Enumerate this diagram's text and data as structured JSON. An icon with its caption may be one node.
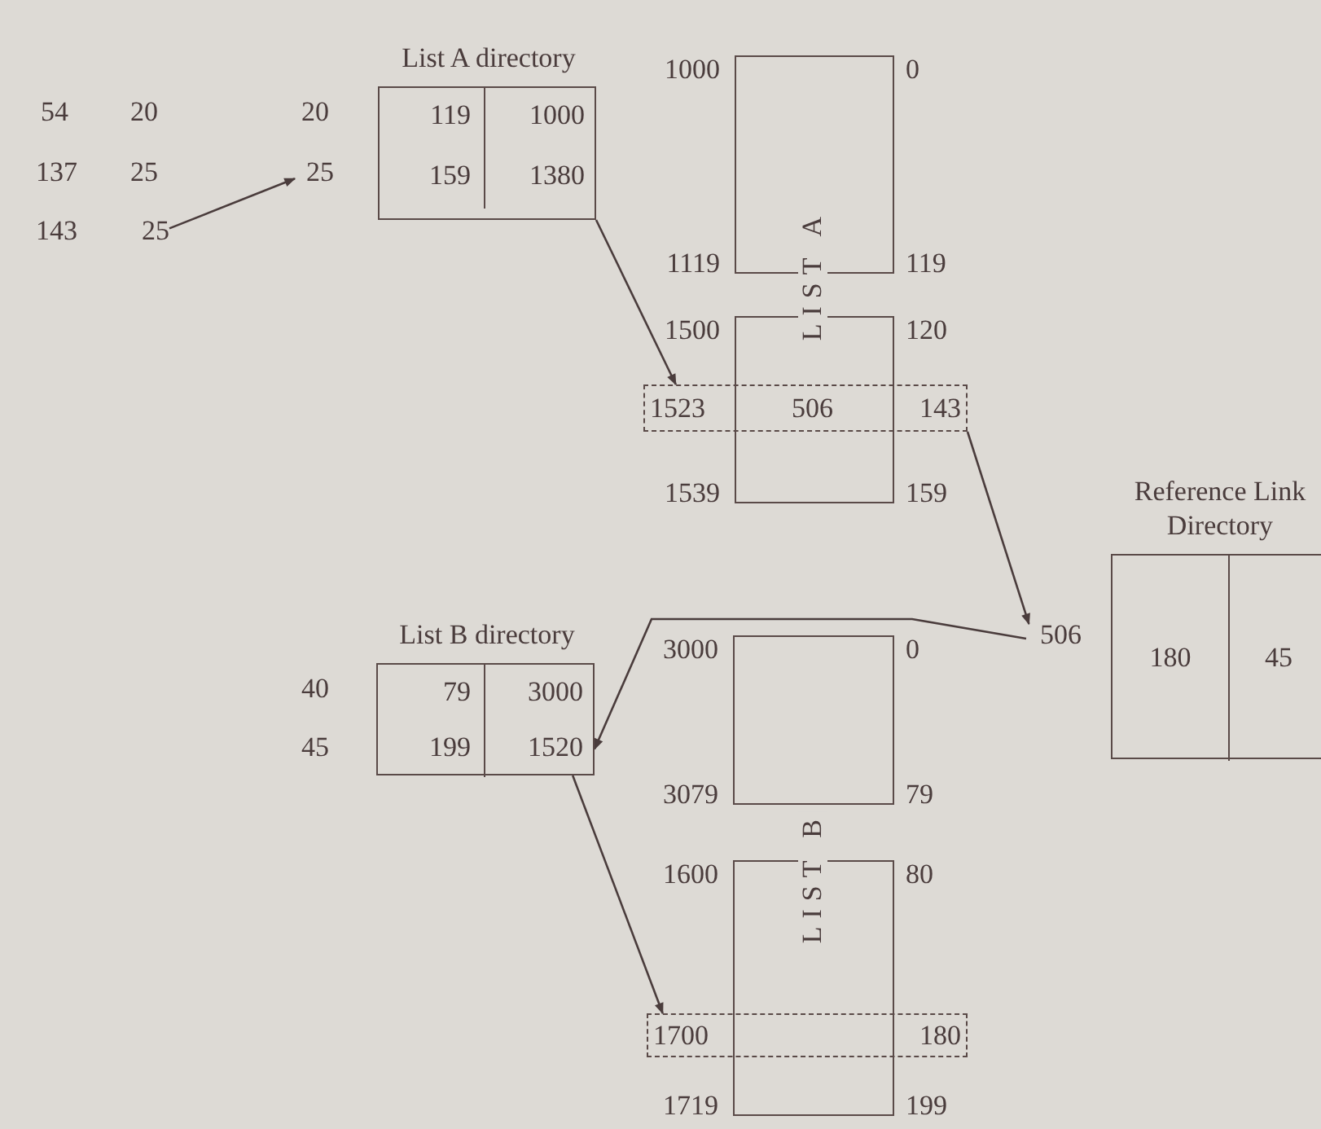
{
  "diagram": {
    "nodes": [
      {
        "text": [
          "25"
        ]
      },
      {
        "text": [
          "25"
        ]
      },
      {
        "text": [
          "List A directory"
        ]
      },
      {
        "text": [
          "119"
        ],
        "in": 2
      },
      {
        "text": [
          "1000"
        ],
        "in": 2
      },
      {
        "text": [
          "159"
        ],
        "in": 2
      },
      {
        "text": [
          "1380"
        ],
        "in": 2
      },
      {
        "text": [],
        "shape": "box",
        "beside": [
          "1000",
          "0",
          "1119",
          "119"
        ]
      },
      {
        "text": [],
        "shape": "box",
        "beside": [
          "1500",
          "120",
          "1539",
          "159"
        ]
      },
      {
        "text": [
          "1523",
          "506",
          "143"
        ]
      },
      {
        "text": [
          "Reference Link Directory"
        ]
      },
      {
        "text": [
          "180"
        ],
        "in": 10
      },
      {
        "text": [
          "45"
        ],
        "in": 10
      },
      {
        "text": [
          "506"
        ]
      },
      {
        "text": [
          "List B directory"
        ]
      },
      {
        "text": [
          "79"
        ],
        "in": 14
      },
      {
        "text": [
          "3000"
        ],
        "in": 14
      },
      {
        "text": [
          "199"
        ],
        "in": 14
      },
      {
        "text": [
          "1520"
        ],
        "in": 14
      },
      {
        "text": [],
        "shape": "box",
        "beside": [
          "3000",
          "0",
          "3079",
          "79"
        ]
      },
      {
        "text": [],
        "shape": "box",
        "beside": [
          "1600",
          "80",
          "1719",
          "199"
        ]
      },
      {
        "text": [
          "1700",
          "180"
        ]
      }
    ],
    "edges": [
      {
        "from": 0,
        "to": 1,
        "arrow": "to"
      },
      {
        "from": 2,
        "to": 9,
        "arrow": "to"
      },
      {
        "from": 9,
        "to": 13,
        "arrow": "to"
      },
      {
        "from": 13,
        "to": 18,
        "arrow": "to"
      },
      {
        "from": 14,
        "to": 21,
        "arrow": "to"
      }
    ],
    "labels": [
      "54",
      "20",
      "20",
      "137",
      "25",
      "143",
      "LIST A",
      "40",
      "45",
      "LIST B"
    ]
  }
}
